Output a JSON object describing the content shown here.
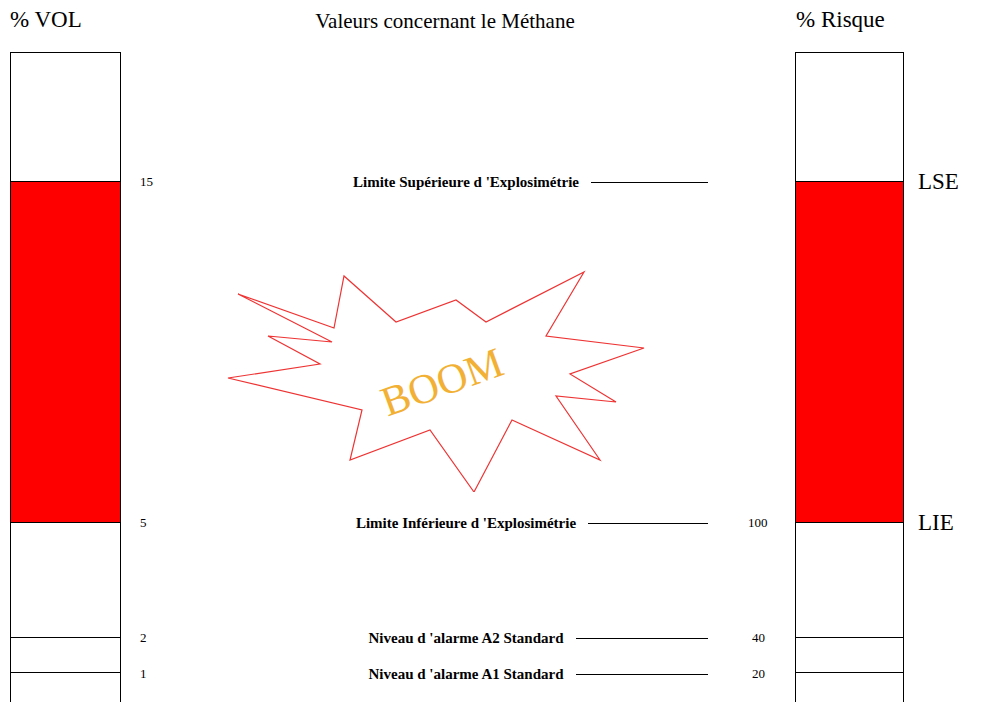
{
  "diagram": {
    "title": "Valeurs concernant le Méthane",
    "nodes": [
      {
        "text": [
          "BOOM"
        ]
      }
    ],
    "labels": [
      "% VOL",
      "% Risque",
      "15",
      "Limite Supérieure d 'Explosimétrie",
      "LSE",
      "5",
      "Limite Inférieure d 'Explosimétrie",
      "100",
      "LIE",
      "2",
      "Niveau d 'alarme A2 Standard",
      "40",
      "1",
      "Niveau d 'alarme A1 Standard",
      "20"
    ]
  }
}
